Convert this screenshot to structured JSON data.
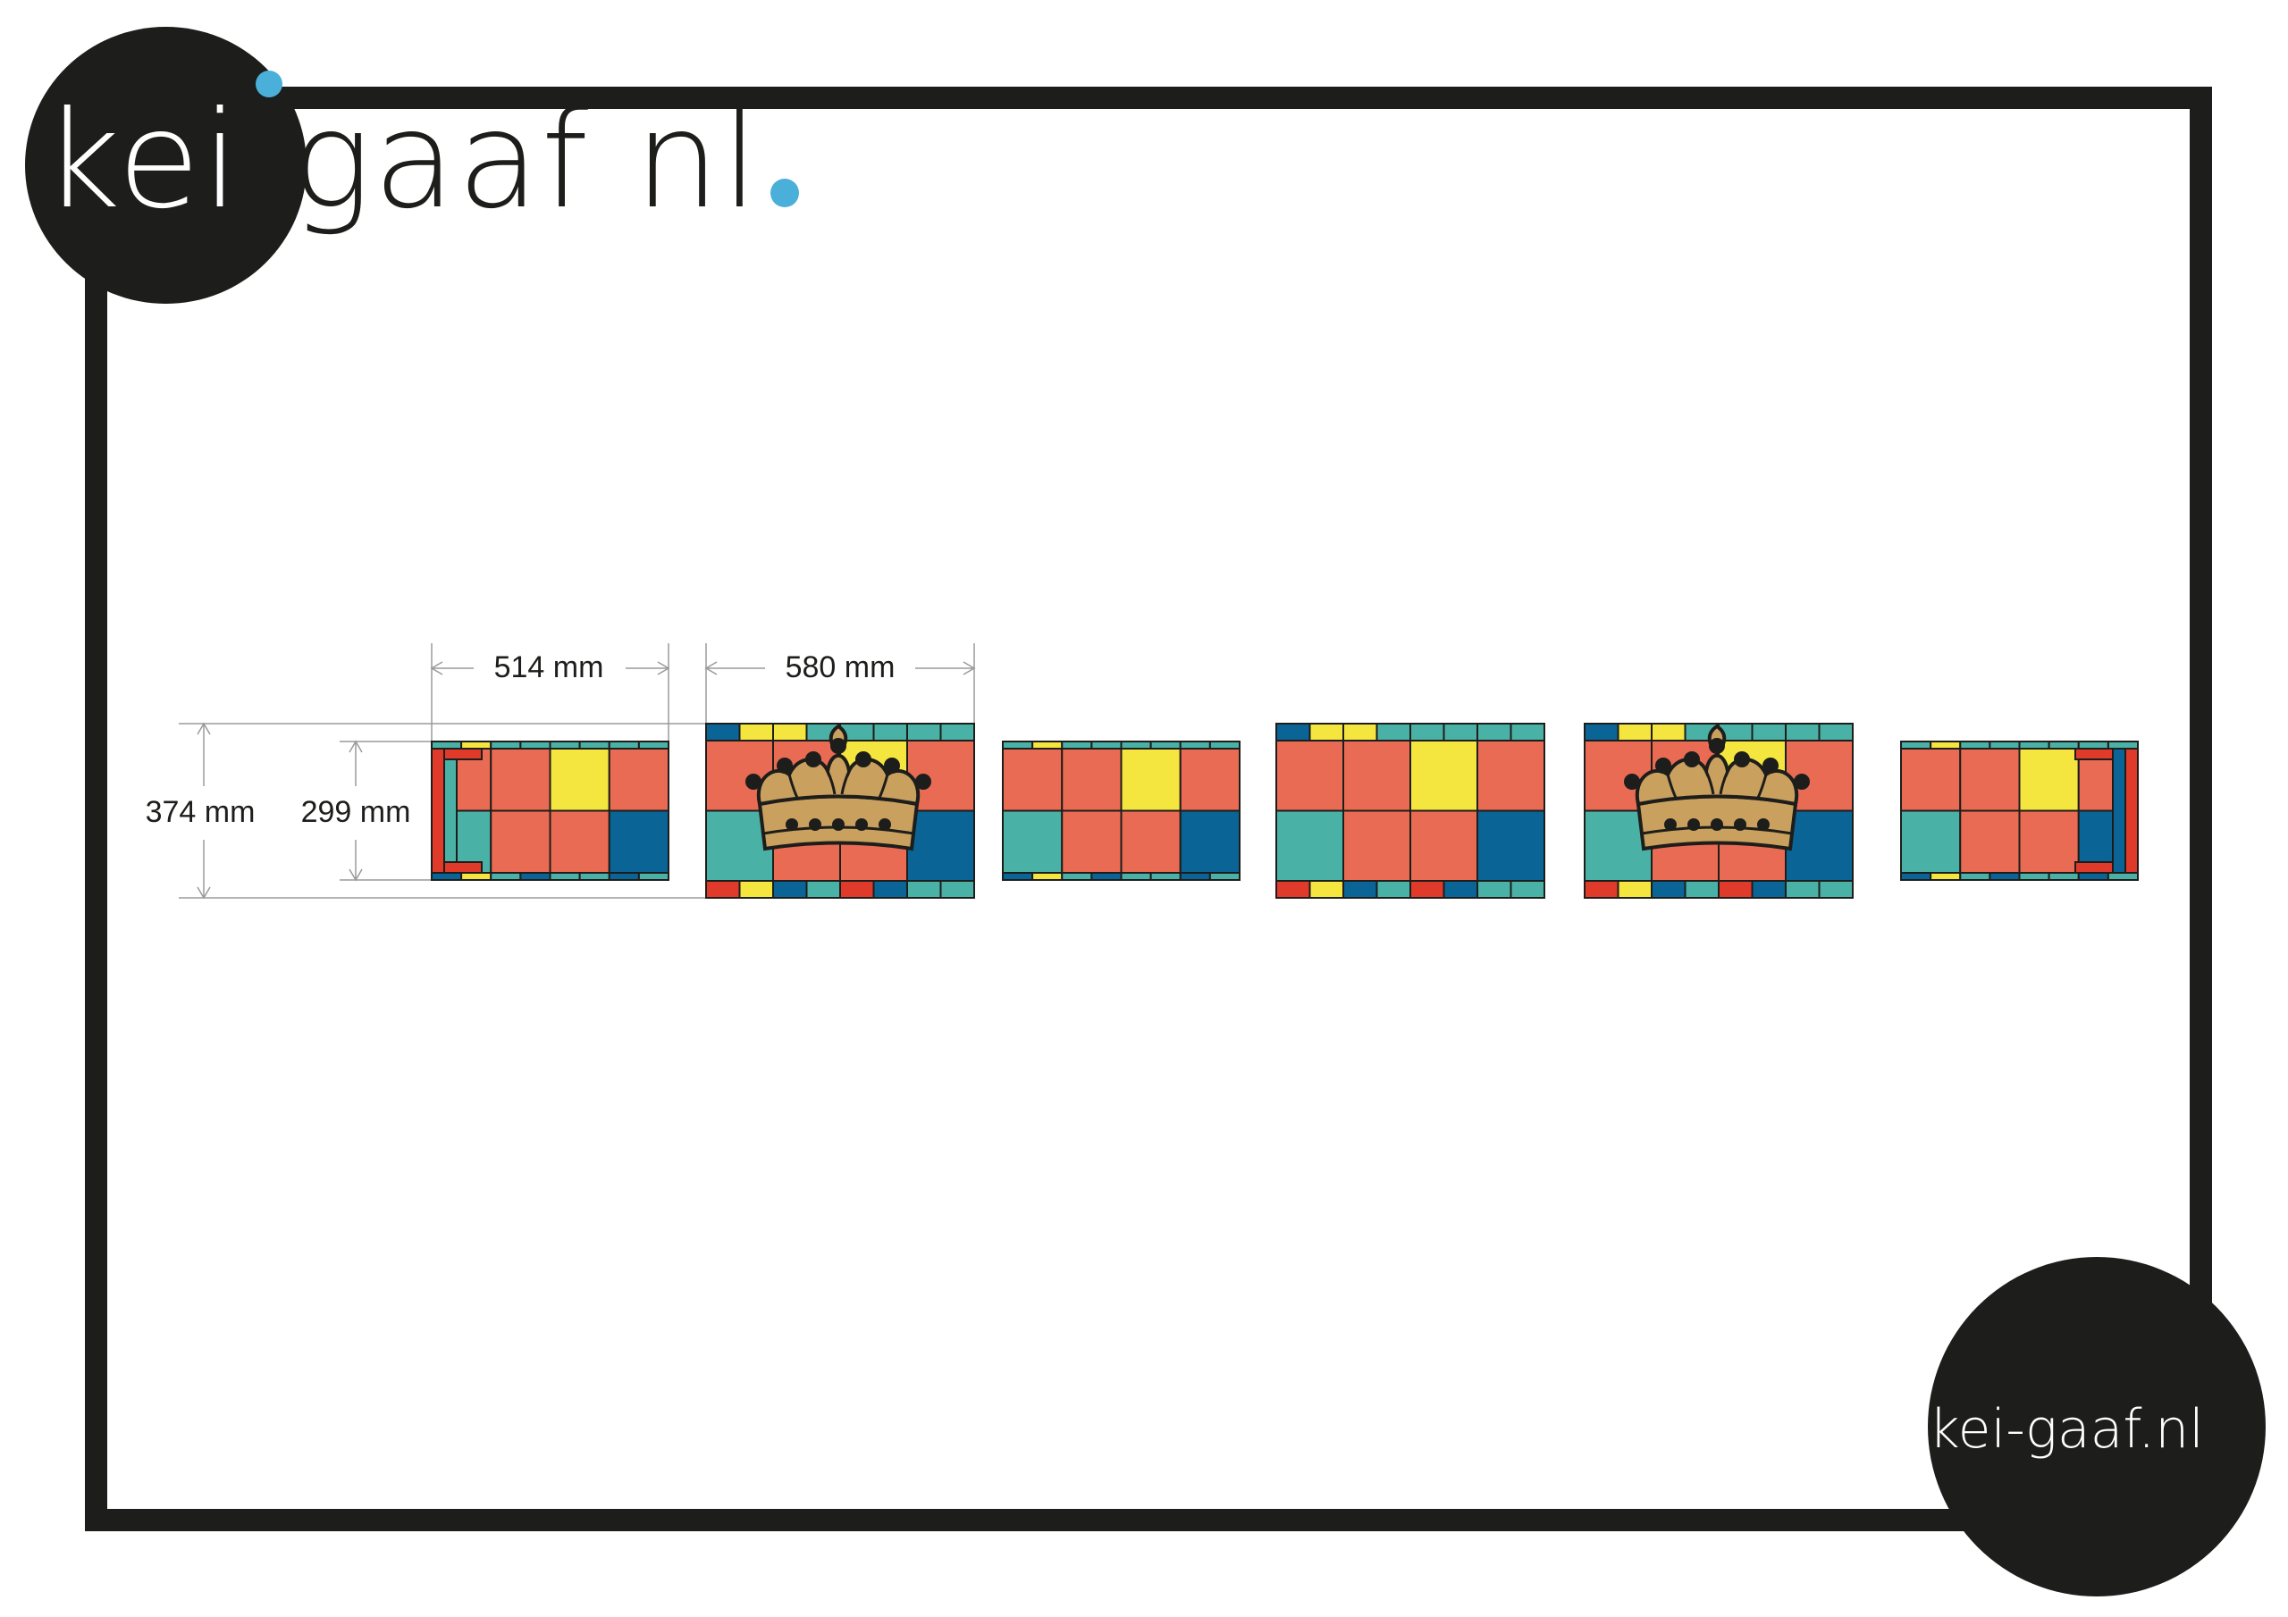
{
  "logo": {
    "top_part1": "kei",
    "top_part2": "-gaaf",
    "top_part3": "nl",
    "bottom": "kei-gaaf.nl"
  },
  "dimensions": {
    "width_small": "514 mm",
    "width_large": "580 mm",
    "height_large": "374 mm",
    "height_small": "299 mm"
  },
  "colors": {
    "frame": "#1d1d1b",
    "logo_dot": "#4aafd9",
    "coral": "#e96b53",
    "yellow": "#f5e53f",
    "teal": "#4ab1a6",
    "blue": "#0a6496",
    "red": "#e03a2a",
    "gold": "#c9a05e"
  },
  "panels": [
    {
      "type": "small-end-left",
      "has_crown": false
    },
    {
      "type": "large",
      "has_crown": true
    },
    {
      "type": "small",
      "has_crown": false
    },
    {
      "type": "large",
      "has_crown": false
    },
    {
      "type": "large",
      "has_crown": true
    },
    {
      "type": "small-end-right",
      "has_crown": false
    }
  ]
}
